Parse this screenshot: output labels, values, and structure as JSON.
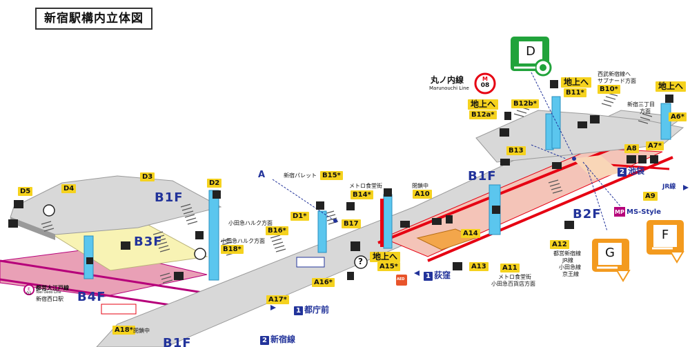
{
  "title": "新宿駅構内立体図",
  "floors": {
    "b1f_west": "B1F",
    "b3f": "B3F",
    "b4f": "B4F",
    "b1f_east": "B1F",
    "b2f": "B2F",
    "b1f_bottom": "B1F"
  },
  "line": {
    "name": "丸ノ内線",
    "roman": "Marunouchi Line",
    "code_letter": "M",
    "code_number": "08"
  },
  "oedo": {
    "name": "都営大江戸線",
    "roman": "Toei Oedo Line",
    "station": "新宿西口駅",
    "code_letter": "E",
    "code_number": "01"
  },
  "exits": {
    "d2": "D2",
    "d3": "D3",
    "d4": "D4",
    "d5": "D5",
    "d1": "D1*",
    "b15": "B15*",
    "b14": "B14*",
    "b16": "B16*",
    "b17": "B17",
    "b18": "B18*",
    "a10": "A10",
    "a14": "A14",
    "a13": "A13",
    "a11": "A11",
    "a12": "A12",
    "a15": "A15*",
    "a16": "A16*",
    "a17": "A17*",
    "a18": "A18*",
    "b13": "B13",
    "b12a": "B12a*",
    "b12b": "B12b*",
    "b11": "B11*",
    "b10": "B10*",
    "a6": "A6*",
    "a7": "A7*",
    "a8": "A8",
    "a9": "A9"
  },
  "labels": {
    "chijo_b12": "地上へ",
    "chijo_b11": "地上へ",
    "chijo_a6": "地上へ",
    "chijo_a15": "地上へ",
    "seibu": "西武新宿線へ",
    "subnade": "サブナード方面",
    "sanchome": "新宿三丁目",
    "sanchome_dir": "方面",
    "palette": "新宿パレット",
    "metro_food_b14": "メトロ食堂街",
    "closed_a10": "閉鎖中",
    "closed_a18": "閉鎖中",
    "halc_d1": "小田急ハルク方面",
    "halc_b18": "小田急ハルク方面",
    "metro_food_a11": "メトロ食堂街",
    "odakyu_dept": "小田急百貨店方面",
    "toei_jr_1": "都営新宿線",
    "toei_jr_2": "JR線",
    "toei_jr_3": "小田急線",
    "toei_jr_4": "京王線",
    "jr_line": "JR線",
    "ms_style": "MS-Style",
    "ms_mark": "MP",
    "a_marker": "A",
    "question": "?",
    "aed": "AED"
  },
  "directions": {
    "ikebukuro_num": "2",
    "ikebukuro": "池袋",
    "ogikubo_num": "1",
    "ogikubo": "荻窪",
    "tochomae_num": "1",
    "tochomae": "都庁前",
    "bottom_num": "2",
    "bottom_label": "新宿線"
  },
  "lockers": {
    "d": "D",
    "g": "G",
    "f": "F"
  },
  "colors": {
    "floor_grey": "#d8d8d8",
    "floor_shadow": "#9a9a9a",
    "b3f_yellow": "#f8f3b4",
    "b4f_pink": "#e9a0b6",
    "line_red": "#e60012",
    "oedo_magenta": "#b6007a",
    "elevator_blue": "#5bc6ee",
    "tag_yellow": "#f5d21e",
    "locker_green": "#21a33b",
    "locker_orange": "#f39a1e",
    "text_blue": "#22339a"
  }
}
